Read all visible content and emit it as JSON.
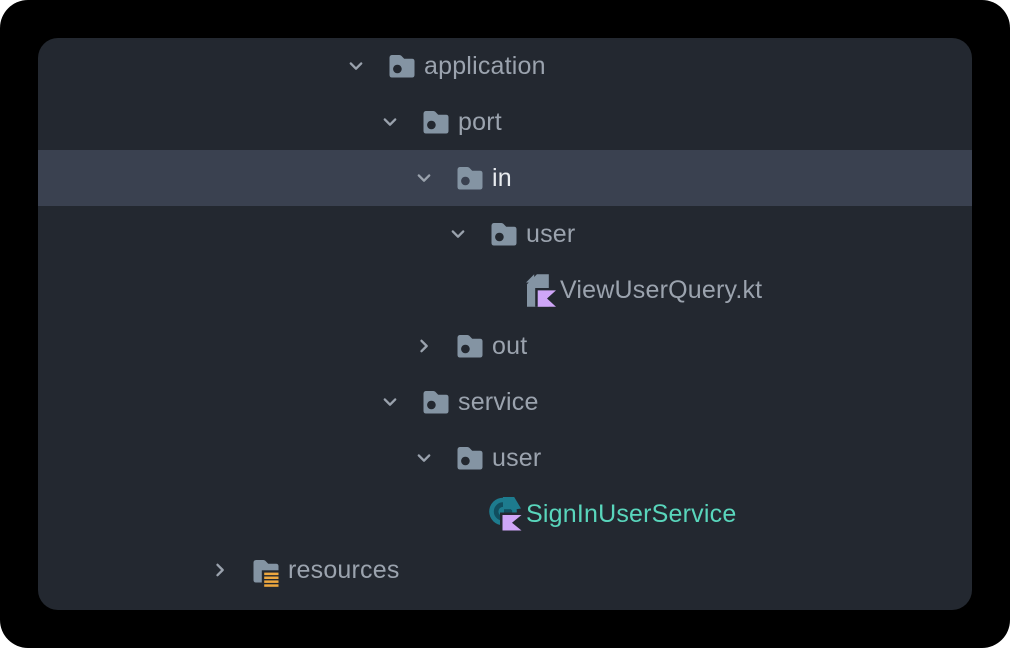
{
  "window": {
    "background": "#000000",
    "panel_background": "#232830"
  },
  "tree": {
    "rows": [
      {
        "label": "application",
        "type": "folder",
        "icon": "folder-icon",
        "level": 4,
        "state": "expanded",
        "selected": false
      },
      {
        "label": "port",
        "type": "folder",
        "icon": "folder-icon",
        "level": 5,
        "state": "expanded",
        "selected": false
      },
      {
        "label": "in",
        "type": "folder",
        "icon": "folder-icon",
        "level": 6,
        "state": "expanded",
        "selected": true
      },
      {
        "label": "user",
        "type": "folder",
        "icon": "folder-icon",
        "level": 7,
        "state": "expanded",
        "selected": false
      },
      {
        "label": "ViewUserQuery.kt",
        "type": "kotlin-file",
        "icon": "kotlin-file-icon",
        "level": 8,
        "state": "none",
        "selected": false
      },
      {
        "label": "out",
        "type": "folder",
        "icon": "folder-icon",
        "level": 6,
        "state": "collapsed",
        "selected": false
      },
      {
        "label": "service",
        "type": "folder",
        "icon": "folder-icon",
        "level": 5,
        "state": "expanded",
        "selected": false
      },
      {
        "label": "user",
        "type": "folder",
        "icon": "folder-icon",
        "level": 6,
        "state": "expanded",
        "selected": false
      },
      {
        "label": "SignInUserService",
        "type": "kotlin-class",
        "icon": "kotlin-class-icon",
        "level": 7,
        "state": "none",
        "selected": false
      },
      {
        "label": "resources",
        "type": "resources-folder",
        "icon": "resources-folder-icon",
        "level": 0,
        "state": "collapsed",
        "selected": false
      }
    ],
    "colors": {
      "selection_background": "#3a4150",
      "tree_text": "#9ba3ae",
      "selected_text": "#e9ecf0",
      "class_name_text": "#59d6bc",
      "folder_icon": "#8494a3",
      "resources_lines_amber": "#eda73f",
      "kotlin_flag_purple": "#cfa6f8",
      "class_circle_teal": "#1d7b8e",
      "class_glyph_dark_teal": "#114e5f",
      "chevron": "#9aa2ad"
    }
  }
}
